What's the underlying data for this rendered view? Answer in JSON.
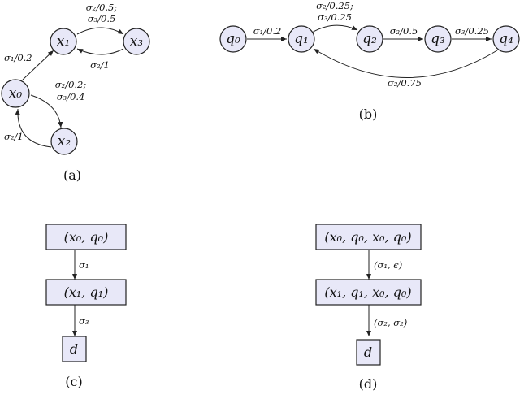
{
  "a": {
    "caption": "(a)",
    "nodes": {
      "x0": "x₀",
      "x1": "x₁",
      "x2": "x₂",
      "x3": "x₃"
    },
    "edges": {
      "x0_x1": "σ₁/0.2",
      "x1_x3": [
        "σ₂/0.5;",
        "σ₃/0.5"
      ],
      "x3_x1": "σ₂/1",
      "x0_x2": [
        "σ₂/0.2;",
        "σ₃/0.4"
      ],
      "x2_x0": "σ₂/1"
    }
  },
  "b": {
    "caption": "(b)",
    "nodes": {
      "q0": "q₀",
      "q1": "q₁",
      "q2": "q₂",
      "q3": "q₃",
      "q4": "q₄"
    },
    "edges": {
      "q0_q1": "σ₁/0.2",
      "q1_q2": [
        "σ₂/0.25;",
        "σ₃/0.25"
      ],
      "q2_q3": "σ₂/0.5",
      "q3_q4": "σ₃/0.25",
      "q4_q1": "σ₂/0.75"
    }
  },
  "c": {
    "caption": "(c)",
    "boxes": {
      "s0": "(x₀, q₀)",
      "s1": "(x₁, q₁)",
      "d": "d"
    },
    "edges": {
      "s0_s1": "σ₁",
      "s1_d": "σ₃"
    }
  },
  "d": {
    "caption": "(d)",
    "boxes": {
      "s0": "(x₀, q₀, x₀, q₀)",
      "s1": "(x₁, q₁, x₀, q₀)",
      "d": "d"
    },
    "edges": {
      "s0_s1": "(σ₁, ϵ)",
      "s1_d": "(σ₂, σ₂)"
    }
  }
}
